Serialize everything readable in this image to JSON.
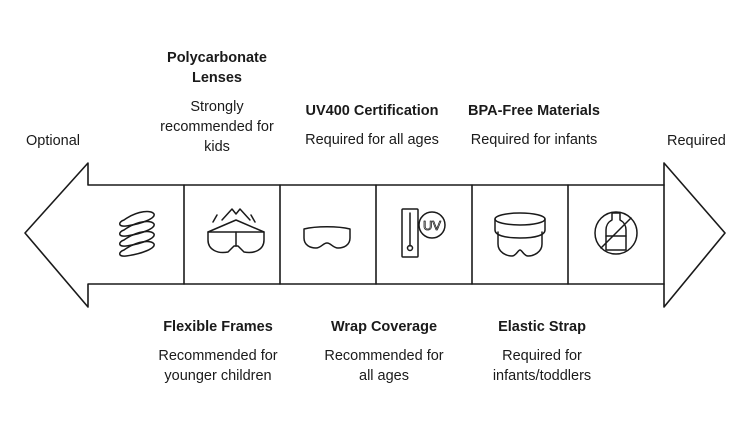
{
  "scale": {
    "left_label": "Optional",
    "right_label": "Required"
  },
  "features_top": [
    {
      "id": "polycarbonate",
      "title_line1": "Polycarbonate",
      "title_line2": "Lenses",
      "desc_line1": "Strongly",
      "desc_line2": "recommended for",
      "desc_line3": "kids",
      "icon": "coil-spring-icon"
    },
    {
      "id": "uv400",
      "title_line1": "UV400 Certification",
      "desc_line1": "Required for all ages",
      "icon": "uv-thermometer-icon"
    },
    {
      "id": "bpa",
      "title_line1": "BPA-Free Materials",
      "desc_line1": "Required for infants",
      "icon": "no-bottle-icon"
    }
  ],
  "features_bottom": [
    {
      "id": "flexible",
      "title_line1": "Flexible Frames",
      "desc_line1": "Recommended for",
      "desc_line2": "younger children",
      "icon": "flexible-glasses-icon"
    },
    {
      "id": "wrap",
      "title_line1": "Wrap Coverage",
      "desc_line1": "Recommended for",
      "desc_line2": "all ages",
      "icon": "wrap-goggles-icon"
    },
    {
      "id": "strap",
      "title_line1": "Elastic Strap",
      "desc_line1": "Required for",
      "desc_line2": "infants/toddlers",
      "icon": "strap-goggles-icon"
    }
  ],
  "colors": {
    "stroke": "#1a1a1a",
    "background": "#ffffff"
  }
}
